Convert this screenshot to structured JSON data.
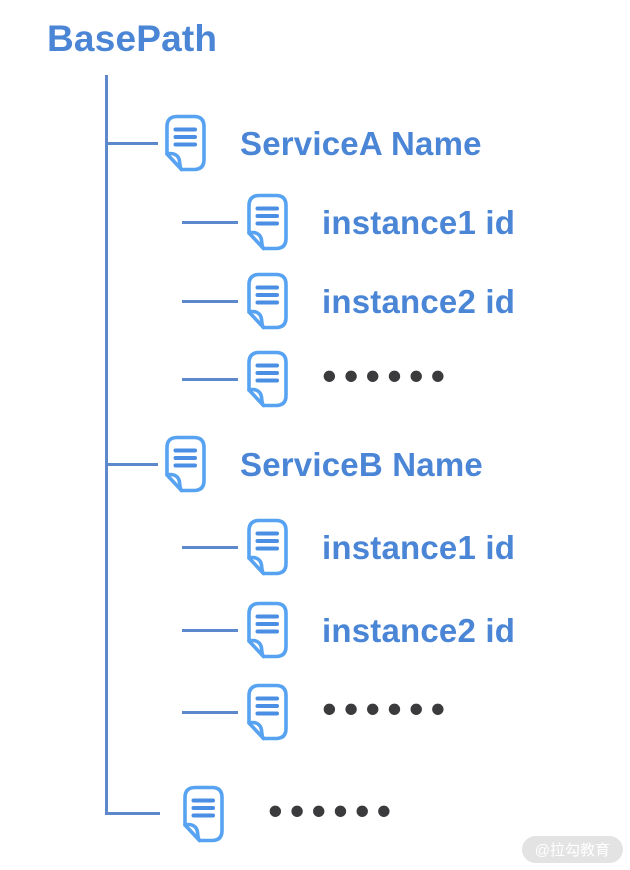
{
  "diagram": {
    "title": "BasePath",
    "nodes": [
      {
        "id": "serviceA",
        "label": "ServiceA Name",
        "level": 1
      },
      {
        "id": "serviceA-instance1",
        "label": "instance1 id",
        "level": 2
      },
      {
        "id": "serviceA-instance2",
        "label": "instance2 id",
        "level": 2
      },
      {
        "id": "serviceA-more",
        "label": "••••••",
        "level": 2
      },
      {
        "id": "serviceB",
        "label": "ServiceB Name",
        "level": 1
      },
      {
        "id": "serviceB-instance1",
        "label": "instance1 id",
        "level": 2
      },
      {
        "id": "serviceB-instance2",
        "label": "instance2 id",
        "level": 2
      },
      {
        "id": "serviceB-more",
        "label": "••••••",
        "level": 2
      },
      {
        "id": "more-services",
        "label": "••••••",
        "level": 1
      }
    ],
    "icon": "document-icon",
    "colors": {
      "label_blue": "#4a85d6",
      "icon_outline_blue": "#57a3f1",
      "icon_lines_blue": "#4a8fe4",
      "connector_blue": "#5d89cc",
      "dots_gray": "#3b3b3d"
    }
  },
  "watermark": {
    "text": "@拉勾教育",
    "bg": "#e3e3e3",
    "fg": "#ffffff"
  }
}
